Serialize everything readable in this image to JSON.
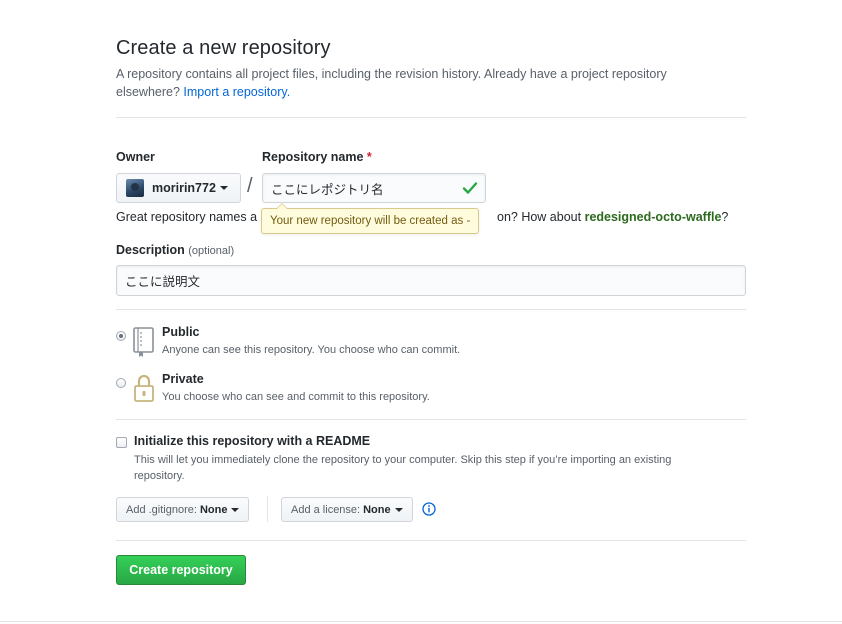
{
  "header": {
    "title": "Create a new repository",
    "description": "A repository contains all project files, including the revision history. Already have a project repository elsewhere?",
    "import_link": "Import a repository."
  },
  "owner": {
    "label": "Owner",
    "value": "moririn772"
  },
  "repo_name": {
    "label": "Repository name",
    "required_mark": "*",
    "value": "ここにレポジトリ名",
    "tooltip": "Your new repository will be created as -"
  },
  "name_hint": {
    "prefix": "Great repository names a",
    "suffix": "on? How about",
    "suggestion": "redesigned-octo-waffle",
    "end": "?"
  },
  "description": {
    "label": "Description",
    "optional": "(optional)",
    "value": "ここに説明文"
  },
  "visibility": {
    "selected": "public",
    "public": {
      "title": "Public",
      "note": "Anyone can see this repository. You choose who can commit."
    },
    "private": {
      "title": "Private",
      "note": "You choose who can see and commit to this repository."
    }
  },
  "readme": {
    "checked": false,
    "title": "Initialize this repository with a README",
    "note": "This will let you immediately clone the repository to your computer. Skip this step if you’re importing an existing repository."
  },
  "gitignore": {
    "label": "Add .gitignore:",
    "value": "None"
  },
  "license": {
    "label": "Add a license:",
    "value": "None"
  },
  "submit": {
    "label": "Create repository"
  },
  "colors": {
    "primary_button": "#28a745",
    "link": "#0366d6",
    "required": "#cb2431",
    "suggestion": "#2c6a1f",
    "tooltip_bg": "#fffbdd"
  }
}
